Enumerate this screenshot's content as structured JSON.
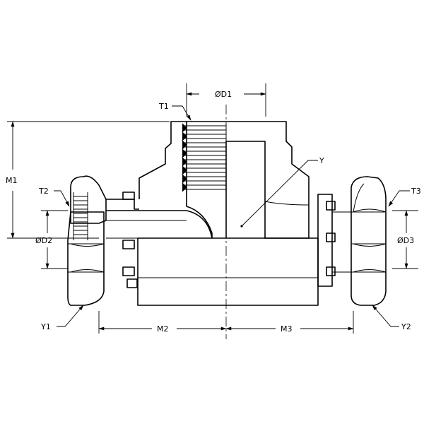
{
  "labels": {
    "d1": "ØD1",
    "t1": "T1",
    "y": "Y",
    "m1": "M1",
    "t2": "T2",
    "t3": "T3",
    "d2": "ØD2",
    "d3": "ØD3",
    "y1": "Y1",
    "y2": "Y2",
    "m2": "M2",
    "m3": "M3"
  }
}
